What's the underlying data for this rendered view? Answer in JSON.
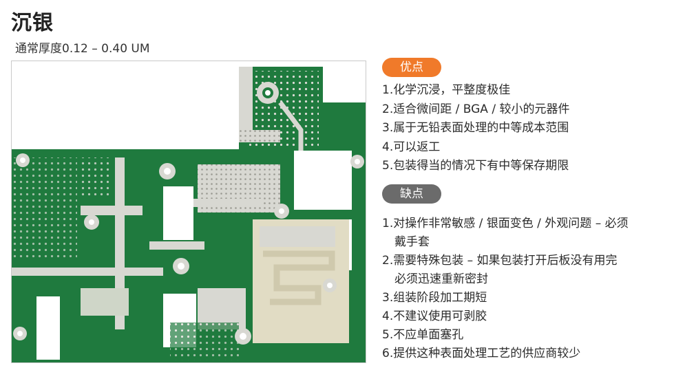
{
  "title": "沉银",
  "subtitle": "通常厚度0.12 – 0.40 UM",
  "pros": {
    "badge": "优点",
    "items": [
      "1.化学沉浸，平整度极佳",
      "2.适合微间距 / BGA / 较小的元器件",
      "3.属于无铅表面处理的中等成本范围",
      "4.可以返工",
      "5.包装得当的情况下有中等保存期限"
    ]
  },
  "cons": {
    "badge": "缺点",
    "items": [
      {
        "line1": "1.对操作非常敏感 / 银面变色 / 外观问题 – 必须",
        "line2": "戴手套"
      },
      {
        "line1": "2.需要特殊包装 – 如果包装打开后板没有用完",
        "line2": "必须迅速重新密封"
      },
      {
        "line1": "3.组装阶段加工期短",
        "line2": ""
      },
      {
        "line1": "4.不建议使用可剥胶",
        "line2": ""
      },
      {
        "line1": "5.不应单面塞孔",
        "line2": ""
      },
      {
        "line1": "6.提供这种表面处理工艺的供应商较少",
        "line2": ""
      }
    ]
  },
  "colors": {
    "accent_pros": "#f07a2a",
    "accent_cons": "#6b6b6b",
    "pcb_green": "#1f7a3e",
    "pcb_dark_green": "#155c2d",
    "pcb_silver": "#d9d9d4"
  }
}
